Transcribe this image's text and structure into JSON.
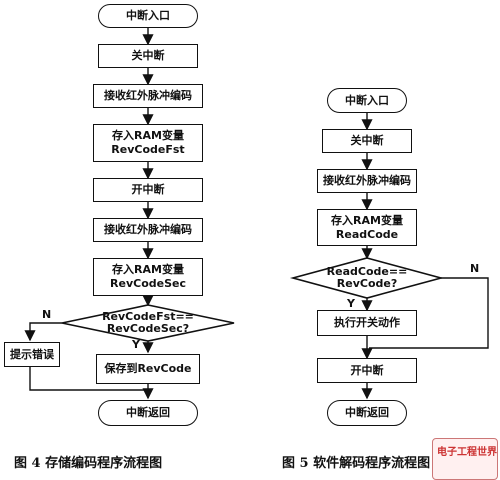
{
  "fig4": {
    "start": "中断入口",
    "disable_int": "关中断",
    "receive1": "接收红外脉冲编码",
    "store_fst_line1": "存入RAM变量",
    "store_fst_line2": "RevCodeFst",
    "enable_int": "开中断",
    "receive2": "接收红外脉冲编码",
    "store_sec_line1": "存入RAM变量",
    "store_sec_line2": "RevCodeSec",
    "decision_line1": "RevCodeFst==",
    "decision_line2": "RevCodeSec?",
    "no_label": "N",
    "yes_label": "Y",
    "error": "提示错误",
    "save": "保存到RevCode",
    "end": "中断返回",
    "caption": "图 4   存储编码程序流程图"
  },
  "fig5": {
    "start": "中断入口",
    "disable_int": "关中断",
    "receive": "接收红外脉冲编码",
    "store_line1": "存入RAM变量",
    "store_line2": "ReadCode",
    "decision_line1": "ReadCode==",
    "decision_line2": "RevCode?",
    "no_label": "N",
    "yes_label": "Y",
    "action": "执行开关动作",
    "enable_int": "开中断",
    "end": "中断返回",
    "caption": "图 5   软件解码程序流程图"
  },
  "watermark": "电子工程世界"
}
